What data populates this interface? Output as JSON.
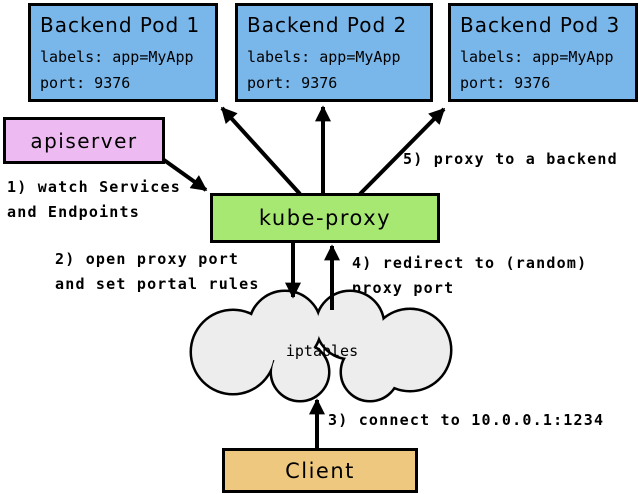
{
  "nodes": {
    "pods": [
      {
        "title": "Backend Pod 1",
        "labels": "labels: app=MyApp",
        "port": "port: 9376"
      },
      {
        "title": "Backend Pod 2",
        "labels": "labels: app=MyApp",
        "port": "port: 9376"
      },
      {
        "title": "Backend Pod 3",
        "labels": "labels: app=MyApp",
        "port": "port: 9376"
      }
    ],
    "apiserver": {
      "label": "apiserver"
    },
    "kube_proxy": {
      "label": "kube-proxy"
    },
    "iptables": {
      "label": "iptables"
    },
    "client": {
      "label": "Client"
    }
  },
  "steps": [
    {
      "lines": [
        "1) watch Services",
        "and Endpoints"
      ]
    },
    {
      "lines": [
        "2) open proxy port",
        "and set portal rules"
      ]
    },
    {
      "lines": [
        "3) connect to 10.0.0.1:1234"
      ]
    },
    {
      "lines": [
        "4) redirect to (random)",
        "proxy port"
      ]
    },
    {
      "lines": [
        "5) proxy to a backend"
      ]
    }
  ],
  "edges": [
    {
      "from": "apiserver",
      "to": "kube-proxy",
      "step": "1"
    },
    {
      "from": "kube-proxy",
      "to": "iptables",
      "step": "2"
    },
    {
      "from": "client",
      "to": "iptables",
      "step": "3"
    },
    {
      "from": "iptables",
      "to": "kube-proxy",
      "step": "4"
    },
    {
      "from": "kube-proxy",
      "to": "backend-pods",
      "step": "5"
    }
  ],
  "colors": {
    "pod_fill": "#79b6ea",
    "apiserver_fill": "#eebaf2",
    "kube_proxy_fill": "#a7e873",
    "client_fill": "#eec87e",
    "cloud_fill": "#ededed",
    "outline": "#000000"
  }
}
